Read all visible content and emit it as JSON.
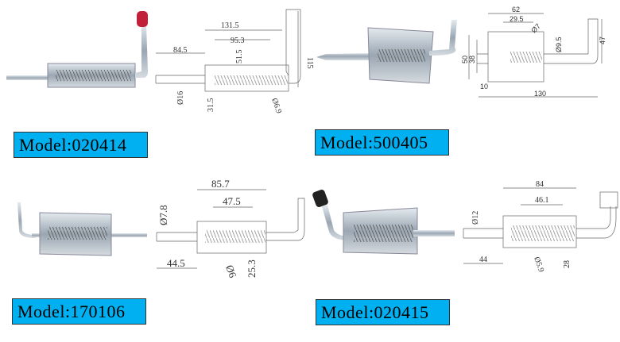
{
  "products": [
    {
      "model": "Model:020414",
      "dims": {
        "overall": "131.5",
        "hole_spacing": "95.3",
        "pin_ext": "84.5",
        "height": "51.5",
        "handle": "115",
        "pin_dia": "Ø16",
        "edge": "31.5",
        "hole_dia": "Ø6.9"
      }
    },
    {
      "model": "Model:500405",
      "dims": {
        "overall": "62",
        "hole_spacing": "29.5",
        "hole_dia": "Ø7",
        "pin_dia": "Ø9.5",
        "plate_h": "50",
        "hole_v": "38",
        "handle": "47",
        "offset": "10",
        "length": "130"
      }
    },
    {
      "model": "Model:170106",
      "dims": {
        "overall": "85.7",
        "hole_spacing": "47.5",
        "pin_dia": "Ø7.8",
        "pin_ext": "44.5",
        "hole_dia": "Ø6",
        "height": "25.3"
      }
    },
    {
      "model": "Model:020415",
      "dims": {
        "overall": "84",
        "hole_spacing": "46.1",
        "pin_dia": "Ø12",
        "pin_ext": "44",
        "hole_dia": "Ø5.9",
        "height": "28"
      }
    }
  ],
  "colors": {
    "banner": "#00b0f0",
    "knob_red": "#c0203a",
    "metal": "#b8c2cc"
  }
}
